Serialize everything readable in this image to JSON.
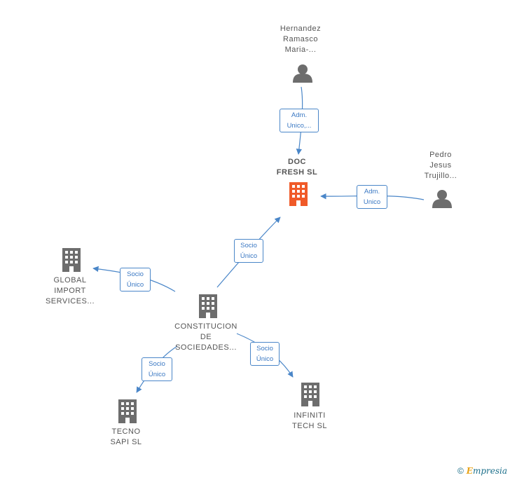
{
  "nodes": {
    "person_top": {
      "label": "Hernandez\nRamasco\nMaria-..."
    },
    "person_right": {
      "label": "Pedro\nJesus\nTrujillo..."
    },
    "doc_fresh": {
      "label": "DOC\nFRESH  SL"
    },
    "global_import": {
      "label": "GLOBAL\nIMPORT\nSERVICES..."
    },
    "constitucion": {
      "label": "CONSTITUCION\nDE\nSOCIEDADES..."
    },
    "tecno_sapi": {
      "label": "TECNO\nSAPI  SL"
    },
    "infiniti_tech": {
      "label": "INFINITI\nTECH  SL"
    }
  },
  "edges": {
    "adm_top": {
      "label": "Adm.\nUnico,..."
    },
    "adm_right": {
      "label": "Adm.\nUnico"
    },
    "socio_doc": {
      "label": "Socio\nÚnico"
    },
    "socio_global": {
      "label": "Socio\nÚnico"
    },
    "socio_tecno": {
      "label": "Socio\nÚnico"
    },
    "socio_infiniti": {
      "label": "Socio\nÚnico"
    }
  },
  "colors": {
    "main_company": "#f05a28",
    "company": "#6d6d6d",
    "person": "#6d6d6d",
    "edge": "#4a86c8"
  },
  "footer": {
    "copyright": "©",
    "brand_first": "E",
    "brand_rest": "mpresia"
  }
}
